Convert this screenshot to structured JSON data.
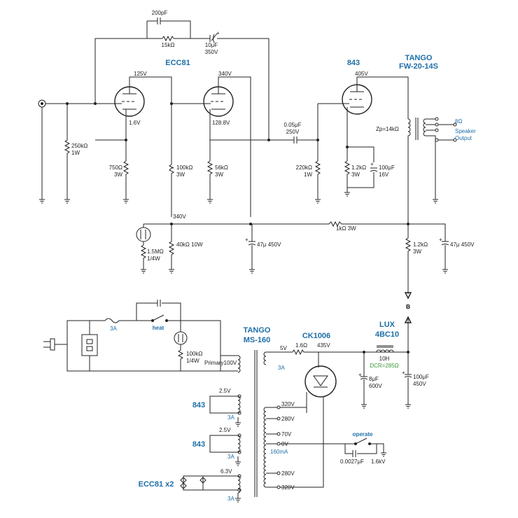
{
  "top": {
    "c_200pf": "200pF",
    "r_15k": "15kΩ",
    "c_10uf": "10μF",
    "c_10uf_v": "350V",
    "ecc81": "ECC81",
    "tube_843": "843",
    "tango": "TANGO",
    "fw20": "FW-20-14S",
    "v_125": "125V",
    "v_1_6": "1.6V",
    "v_340a": "340V",
    "v_128_8": "128.8V",
    "v_405": "405V",
    "c_0_05": "0.05μF",
    "c_0_05_v": "250V",
    "zp": "Zp=14kΩ",
    "eight_ohm": "8Ω",
    "speaker": "Speaker",
    "output": "Output",
    "r_250k": "250kΩ",
    "r_250k_w": "1W",
    "r_750": "750Ω",
    "r_750_w": "3W",
    "r_100k": "100kΩ",
    "r_100k_w": "3W",
    "r_56k": "56kΩ",
    "r_56k_w": "3W",
    "r_220k": "220kΩ",
    "r_220k_w": "1W",
    "r_1_2k": "1.2kΩ",
    "r_1_2k_w": "3W",
    "c_100uf": "100μF",
    "c_100uf_v": "16V",
    "v_340b": "340V",
    "r_1k": "1kΩ 3W",
    "r_1_5m": "1.5MΩ",
    "r_1_5m_w": "1/4W",
    "r_40k": "40kΩ 10W",
    "c_47u_a": "47μ 450V",
    "r_1_2k_b": "1.2kΩ",
    "r_1_2k_b_w": "3W",
    "c_47u_b": "47μ 450V",
    "b_label": "B"
  },
  "psu": {
    "fuse": "3A",
    "heat": "heat",
    "r_100k": "100kΩ",
    "r_100k_w": "1/4W",
    "tango": "TANGO",
    "ms160": "MS-160",
    "primary": "Primary100V",
    "v5": "5V",
    "a3": "3A",
    "r_1_6": "1.6Ω",
    "v435": "435V",
    "ck1006": "CK1006",
    "lux": "LUX",
    "lux_model": "4BC10",
    "choke_h": "10H",
    "dcr": "DCR=285Ω",
    "b_label": "B",
    "c_8uf": "8μF",
    "c_8uf_v": "600V",
    "c_100uf": "100μF",
    "c_100uf_v": "450V",
    "v320a": "320V",
    "v280a": "280V",
    "v70": "70V",
    "v0": "0V",
    "ma160": "160mA",
    "v280b": "280V",
    "v320b": "320V",
    "operate": "operate",
    "c_0_0027": "0.0027μF",
    "c_0_0027_v": "1.6kV",
    "v2_5a": "2.5V",
    "a3_h1": "3A",
    "tube_843a": "843",
    "v2_5b": "2.5V",
    "a3_h2": "3A",
    "tube_843b": "843",
    "v6_3": "6.3V",
    "a3_h3": "3A",
    "ecc81x2": "ECC81 x2"
  }
}
